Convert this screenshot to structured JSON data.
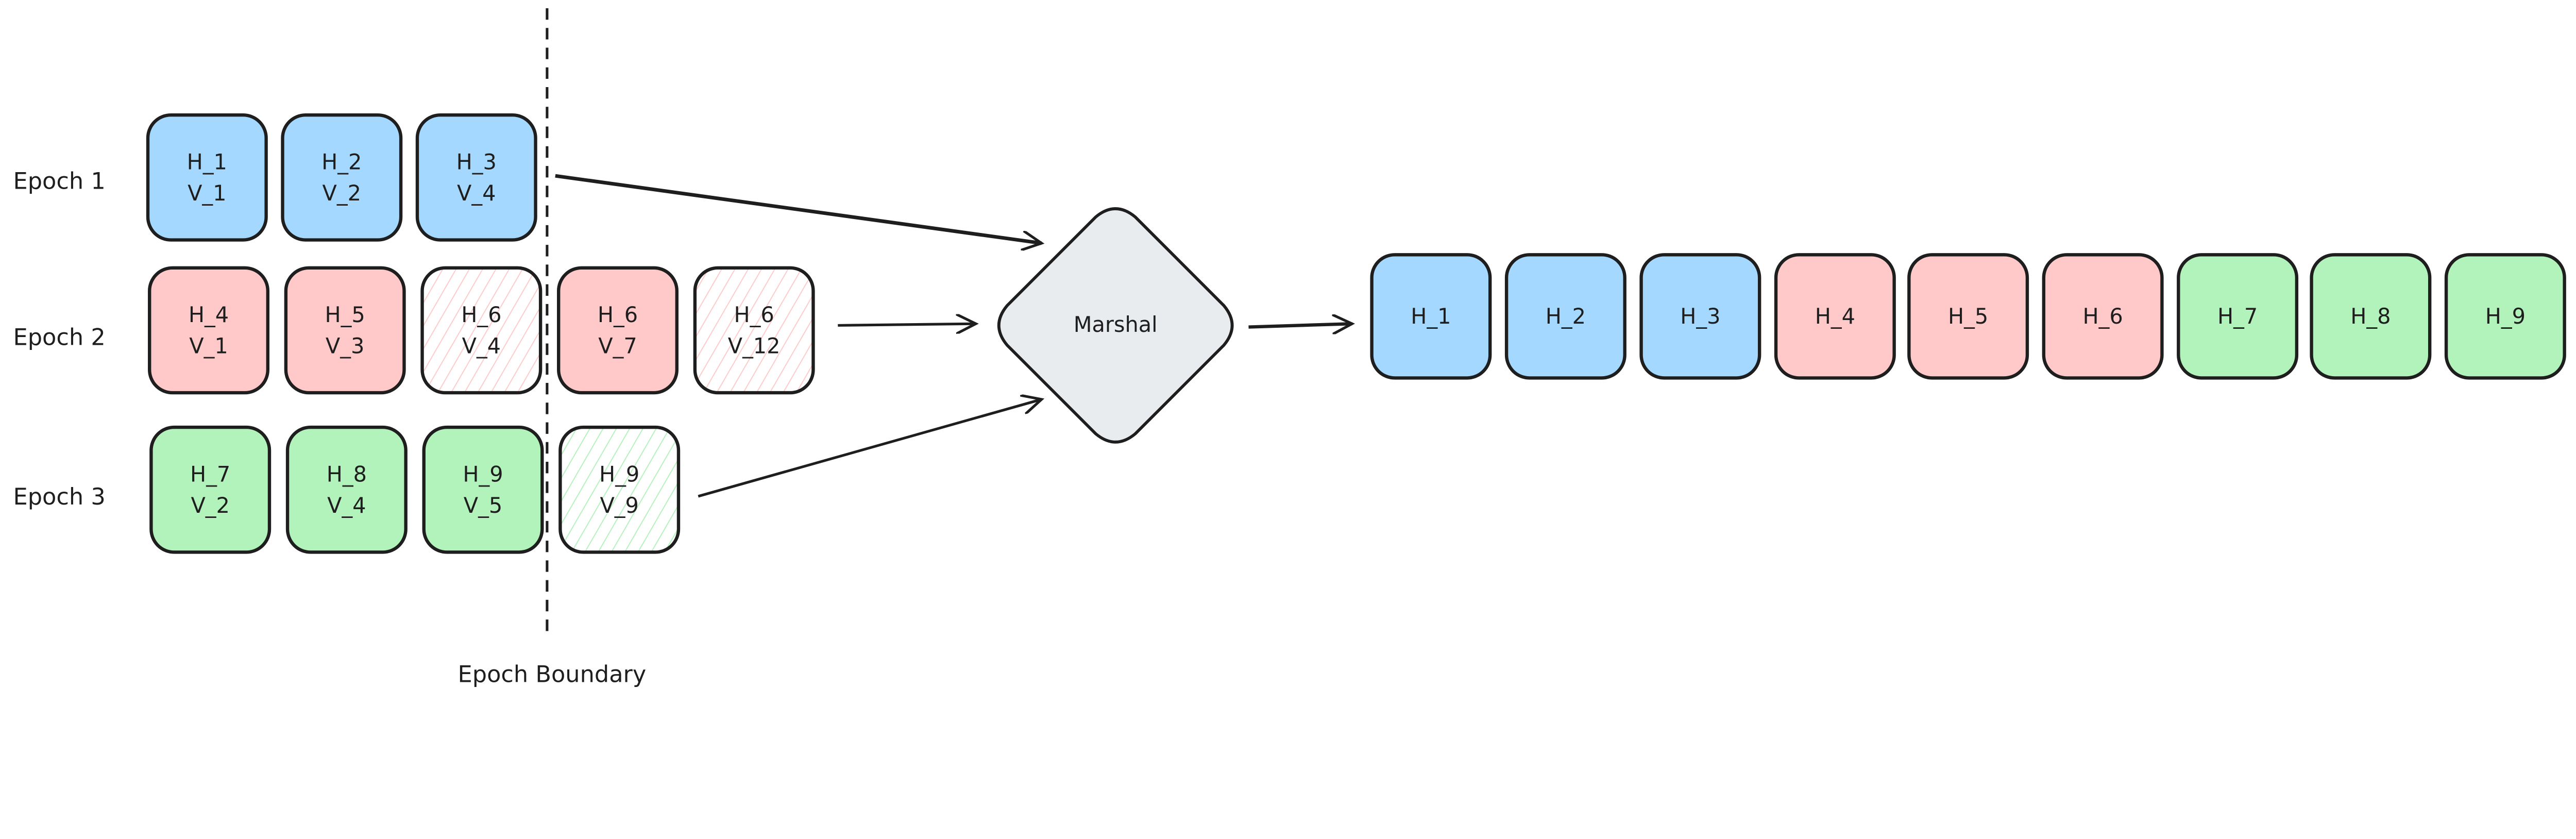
{
  "colors": {
    "blue": "#a5d8ff",
    "red": "#ffc9c9",
    "green": "#b2f2bb",
    "diamond": "#e9ecef",
    "stroke": "#1e1e1e"
  },
  "epochs": [
    {
      "label": "Epoch 1",
      "color": "blue",
      "boxes": [
        {
          "h": "H_1",
          "v": "V_1",
          "fill": "solid"
        },
        {
          "h": "H_2",
          "v": "V_2",
          "fill": "solid"
        },
        {
          "h": "H_3",
          "v": "V_4",
          "fill": "solid"
        }
      ]
    },
    {
      "label": "Epoch 2",
      "color": "red",
      "boxes": [
        {
          "h": "H_4",
          "v": "V_1",
          "fill": "solid"
        },
        {
          "h": "H_5",
          "v": "V_3",
          "fill": "solid"
        },
        {
          "h": "H_6",
          "v": "V_4",
          "fill": "hatched"
        },
        {
          "h": "H_6",
          "v": "V_7",
          "fill": "solid"
        },
        {
          "h": "H_6",
          "v": "V_12",
          "fill": "hatched"
        }
      ]
    },
    {
      "label": "Epoch 3",
      "color": "green",
      "boxes": [
        {
          "h": "H_7",
          "v": "V_2",
          "fill": "solid"
        },
        {
          "h": "H_8",
          "v": "V_4",
          "fill": "solid"
        },
        {
          "h": "H_9",
          "v": "V_5",
          "fill": "solid"
        },
        {
          "h": "H_9",
          "v": "V_9",
          "fill": "hatched"
        }
      ]
    }
  ],
  "boundary_label": "Epoch Boundary",
  "marshal_label": "Marshal",
  "output": [
    {
      "h": "H_1",
      "color": "blue"
    },
    {
      "h": "H_2",
      "color": "blue"
    },
    {
      "h": "H_3",
      "color": "blue"
    },
    {
      "h": "H_4",
      "color": "red"
    },
    {
      "h": "H_5",
      "color": "red"
    },
    {
      "h": "H_6",
      "color": "red"
    },
    {
      "h": "H_7",
      "color": "green"
    },
    {
      "h": "H_8",
      "color": "green"
    },
    {
      "h": "H_9",
      "color": "green"
    }
  ]
}
